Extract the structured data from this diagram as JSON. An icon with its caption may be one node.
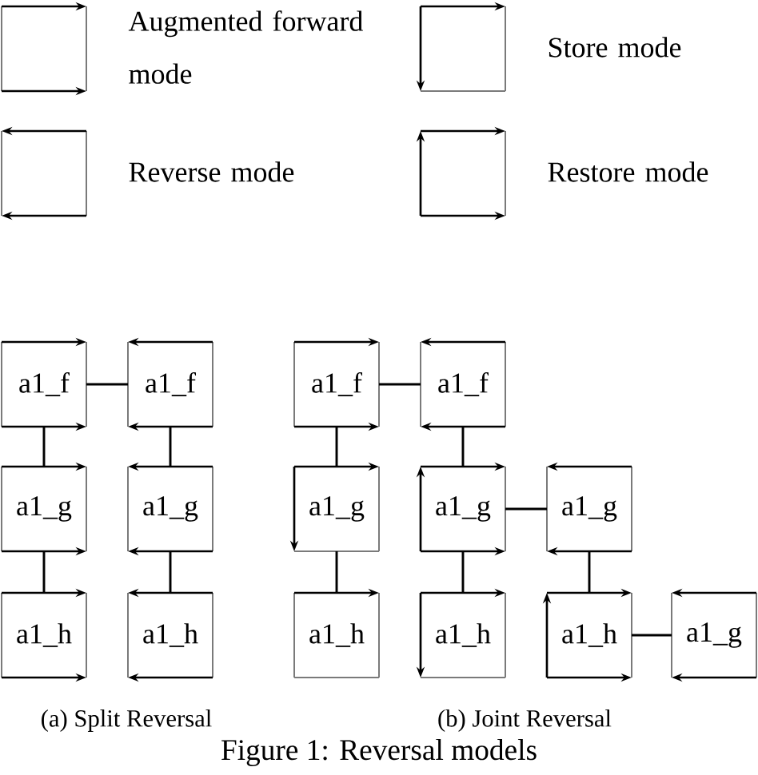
{
  "diagram": {
    "caption": "Figure 1: Reversal models",
    "nodes": [
      {
        "text": [
          "a1_f"
        ]
      },
      {
        "text": [
          "a1_f"
        ]
      },
      {
        "text": [
          "a1_g"
        ]
      },
      {
        "text": [
          "a1_g"
        ]
      },
      {
        "text": [
          "a1_h"
        ]
      },
      {
        "text": [
          "a1_h"
        ]
      },
      {
        "text": [
          "a1_f"
        ]
      },
      {
        "text": [
          "a1_f"
        ]
      },
      {
        "text": [
          "a1_g"
        ]
      },
      {
        "text": [
          "a1_g"
        ]
      },
      {
        "text": [
          "a1_g"
        ]
      },
      {
        "text": [
          "a1_h"
        ]
      },
      {
        "text": [
          "a1_h"
        ]
      },
      {
        "text": [
          "a1_h"
        ]
      },
      {
        "text": [
          "a1_g"
        ]
      }
    ],
    "edges": [
      {
        "from": 0,
        "to": 1,
        "arrow": "none"
      },
      {
        "from": 0,
        "to": 2,
        "arrow": "none"
      },
      {
        "from": 1,
        "to": 3,
        "arrow": "none"
      },
      {
        "from": 2,
        "to": 4,
        "arrow": "none"
      },
      {
        "from": 3,
        "to": 5,
        "arrow": "none"
      },
      {
        "from": 6,
        "to": 7,
        "arrow": "none"
      },
      {
        "from": 6,
        "to": 8,
        "arrow": "none"
      },
      {
        "from": 7,
        "to": 9,
        "arrow": "none"
      },
      {
        "from": 9,
        "to": 10,
        "arrow": "none"
      },
      {
        "from": 8,
        "to": 11,
        "arrow": "none"
      },
      {
        "from": 9,
        "to": 12,
        "arrow": "none"
      },
      {
        "from": 10,
        "to": 13,
        "arrow": "none"
      },
      {
        "from": 13,
        "to": 14,
        "arrow": "none"
      }
    ],
    "labels": [
      "(a) Split Reversal",
      "(b) Joint Reversal"
    ],
    "legend": [
      {
        "text": "Augmented forward mode"
      },
      {
        "text": "Store mode"
      },
      {
        "text": "Reverse mode"
      },
      {
        "text": "Restore mode"
      }
    ]
  }
}
